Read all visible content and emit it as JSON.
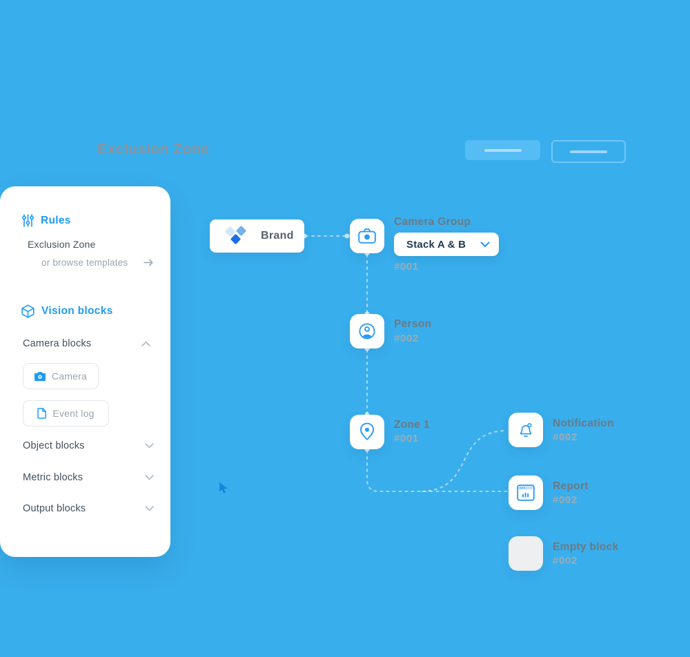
{
  "page": {
    "title": "Exclusion Zone"
  },
  "header": {
    "primary_button": {
      "type": "skeleton"
    },
    "secondary_button": {
      "type": "skeleton"
    }
  },
  "sidebar": {
    "rules_label": "Rules",
    "rule_name": "Exclusion Zone",
    "browse_label": "or browse templates",
    "browse_arrow": "→",
    "vision_label": "Vision blocks",
    "sections": [
      {
        "label": "Camera blocks",
        "state": "expanded"
      },
      {
        "label": "Object blocks",
        "state": "collapsed"
      },
      {
        "label": "Metric blocks",
        "state": "collapsed"
      },
      {
        "label": "Output blocks",
        "state": "collapsed"
      }
    ],
    "camera_button_label": "Camera",
    "event_log_button_label": "Event log"
  },
  "canvas": {
    "brand_label": "Brand",
    "camera_group": {
      "title": "Camera Group",
      "dropdown_value": "Stack A & B",
      "tag": "#001"
    },
    "person": {
      "title": "Person",
      "tag": "#002"
    },
    "zone": {
      "title": "Zone 1",
      "tag": "#001"
    },
    "notification": {
      "title": "Notification",
      "tag": "#002"
    },
    "report": {
      "title": "Report",
      "tag": "#002"
    },
    "empty": {
      "title": "Empty block",
      "tag": "#002"
    }
  },
  "colors": {
    "background": "#39aeec",
    "accent": "#1e9cf1",
    "node_icon": "#2b9cf2",
    "dark_text": "#42505c",
    "muted_text": "#9aa5ae",
    "node_label": "#6d7983",
    "tag_text": "#9dabb4",
    "dropdown_text": "#1b3a52",
    "brand_diamonds": [
      "#d3e5f8",
      "#74b2ec",
      "#1a70e6"
    ]
  }
}
